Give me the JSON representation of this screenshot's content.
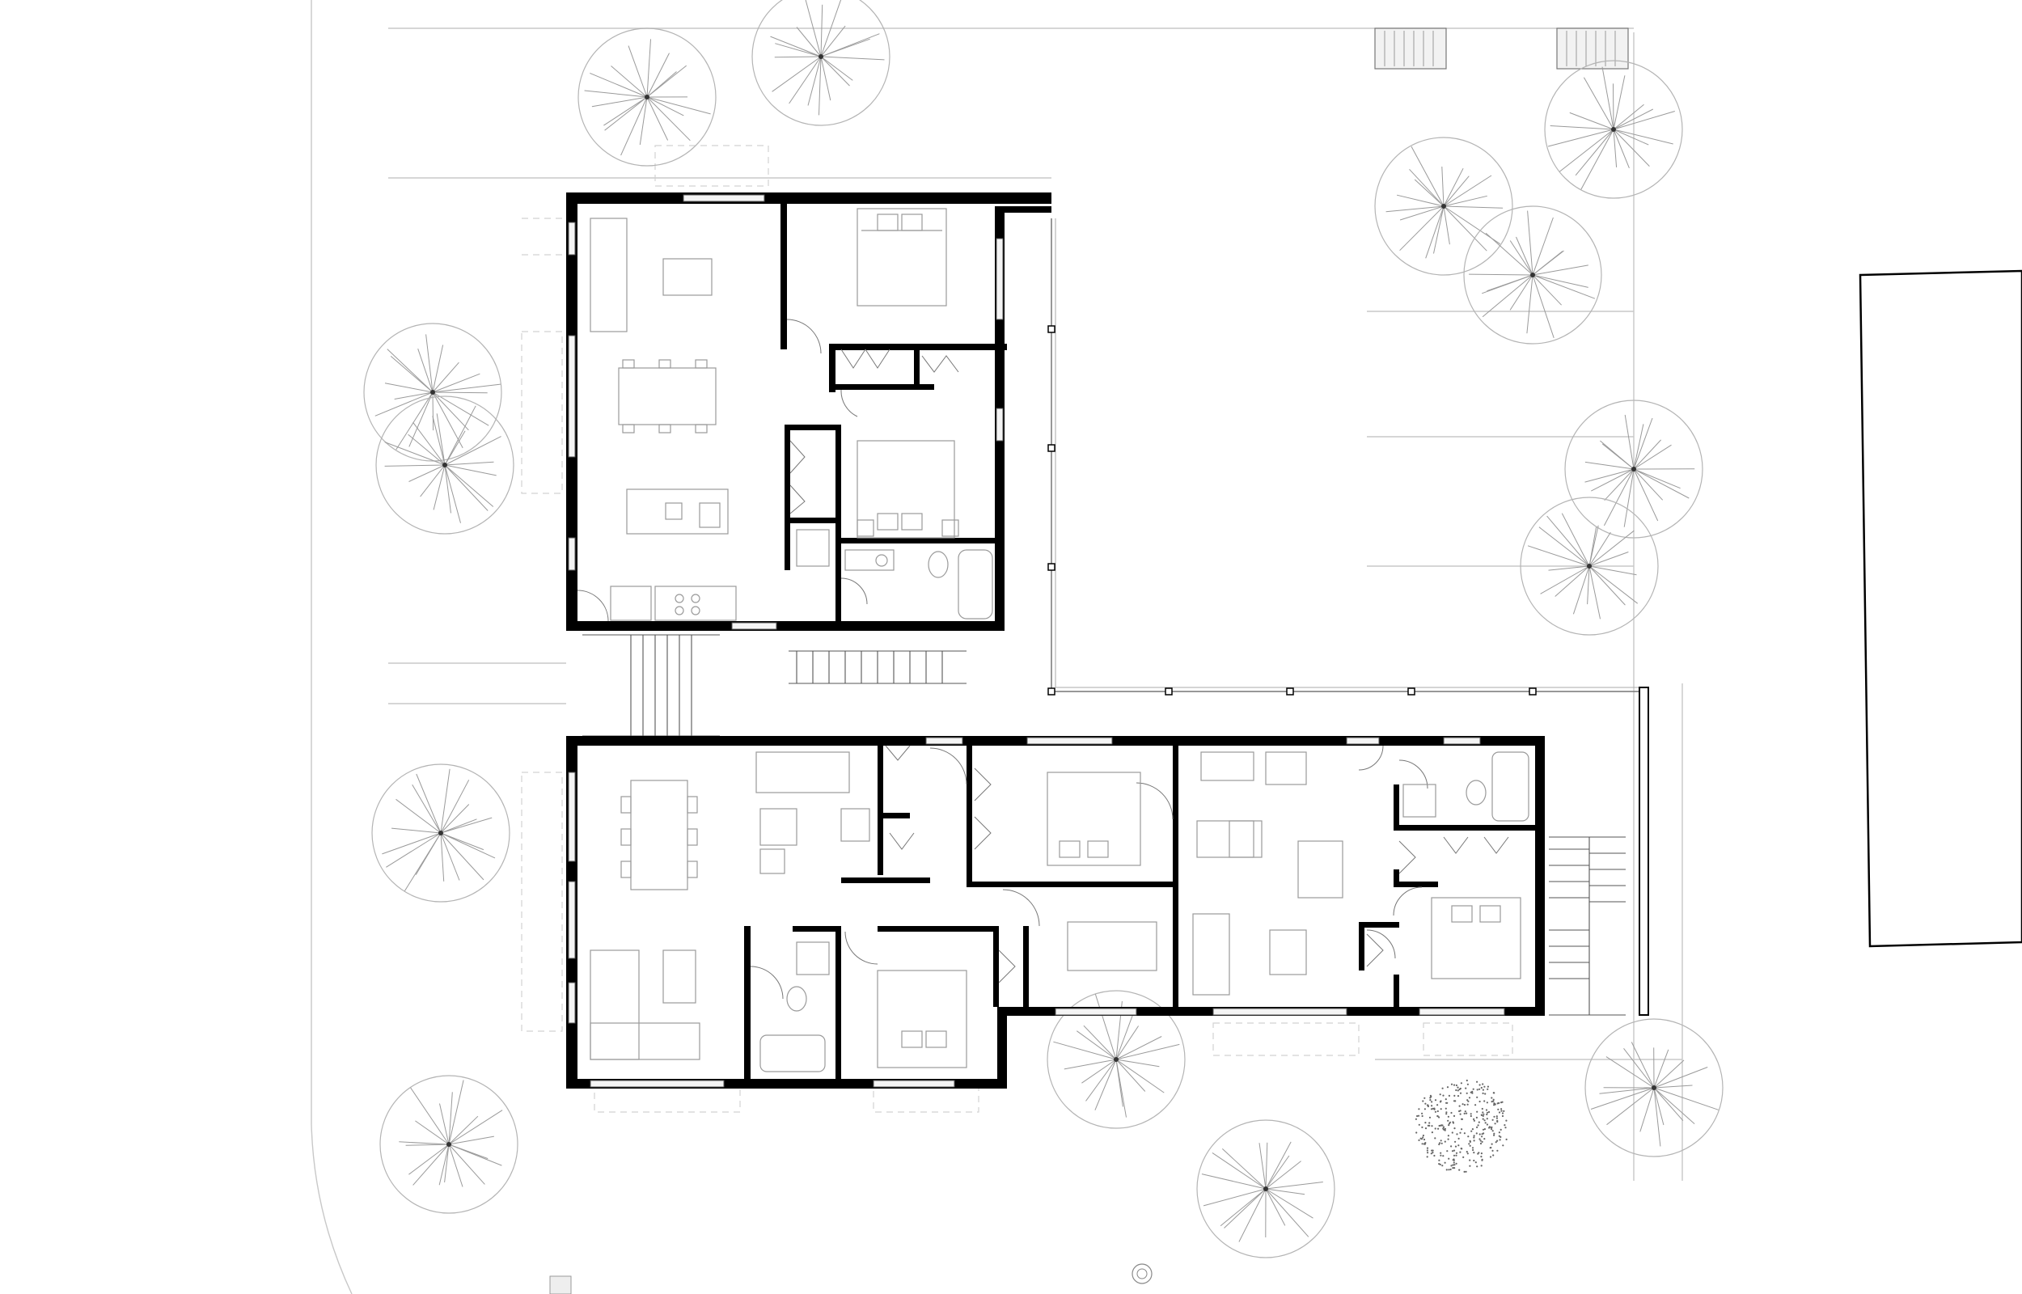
{
  "drawing": {
    "type": "architectural site and floor plan",
    "colors": {
      "background": "#ffffff",
      "walls": "#000000",
      "furniture": "#9a9a9a",
      "site_lines": "#c8c8c8",
      "trees": "#9a9a9a"
    },
    "icons": [
      "tree-symbol",
      "shrub-symbol",
      "door-swing",
      "window",
      "staircase",
      "bed",
      "sofa",
      "dining-table",
      "bathtub",
      "toilet",
      "sink",
      "kitchen-range",
      "closet-doors"
    ]
  }
}
